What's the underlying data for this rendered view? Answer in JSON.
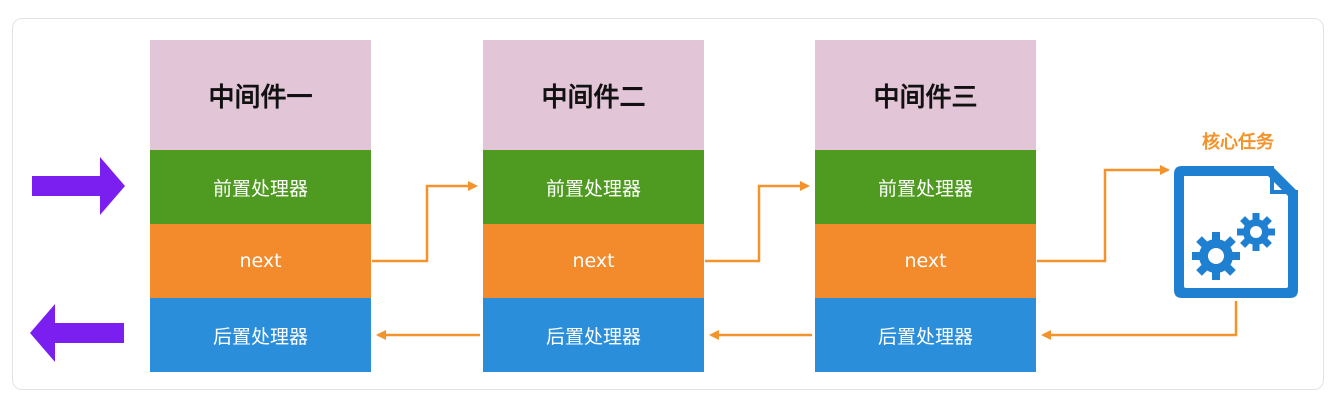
{
  "middlewares": [
    {
      "title": "中间件一",
      "pre": "前置处理器",
      "next": "next",
      "post": "后置处理器"
    },
    {
      "title": "中间件二",
      "pre": "前置处理器",
      "next": "next",
      "post": "后置处理器"
    },
    {
      "title": "中间件三",
      "pre": "前置处理器",
      "next": "next",
      "post": "后置处理器"
    }
  ],
  "core_task": {
    "label": "核心任务",
    "icon": "gears-document-icon"
  },
  "colors": {
    "title_bg": "#e2c6d8",
    "pre_bg": "#4f9a21",
    "next_bg": "#f38a2c",
    "post_bg": "#2b8edb",
    "flow_arrow": "#f2932c",
    "io_arrow": "#7a1ff0",
    "core_icon": "#1f7fd1"
  }
}
